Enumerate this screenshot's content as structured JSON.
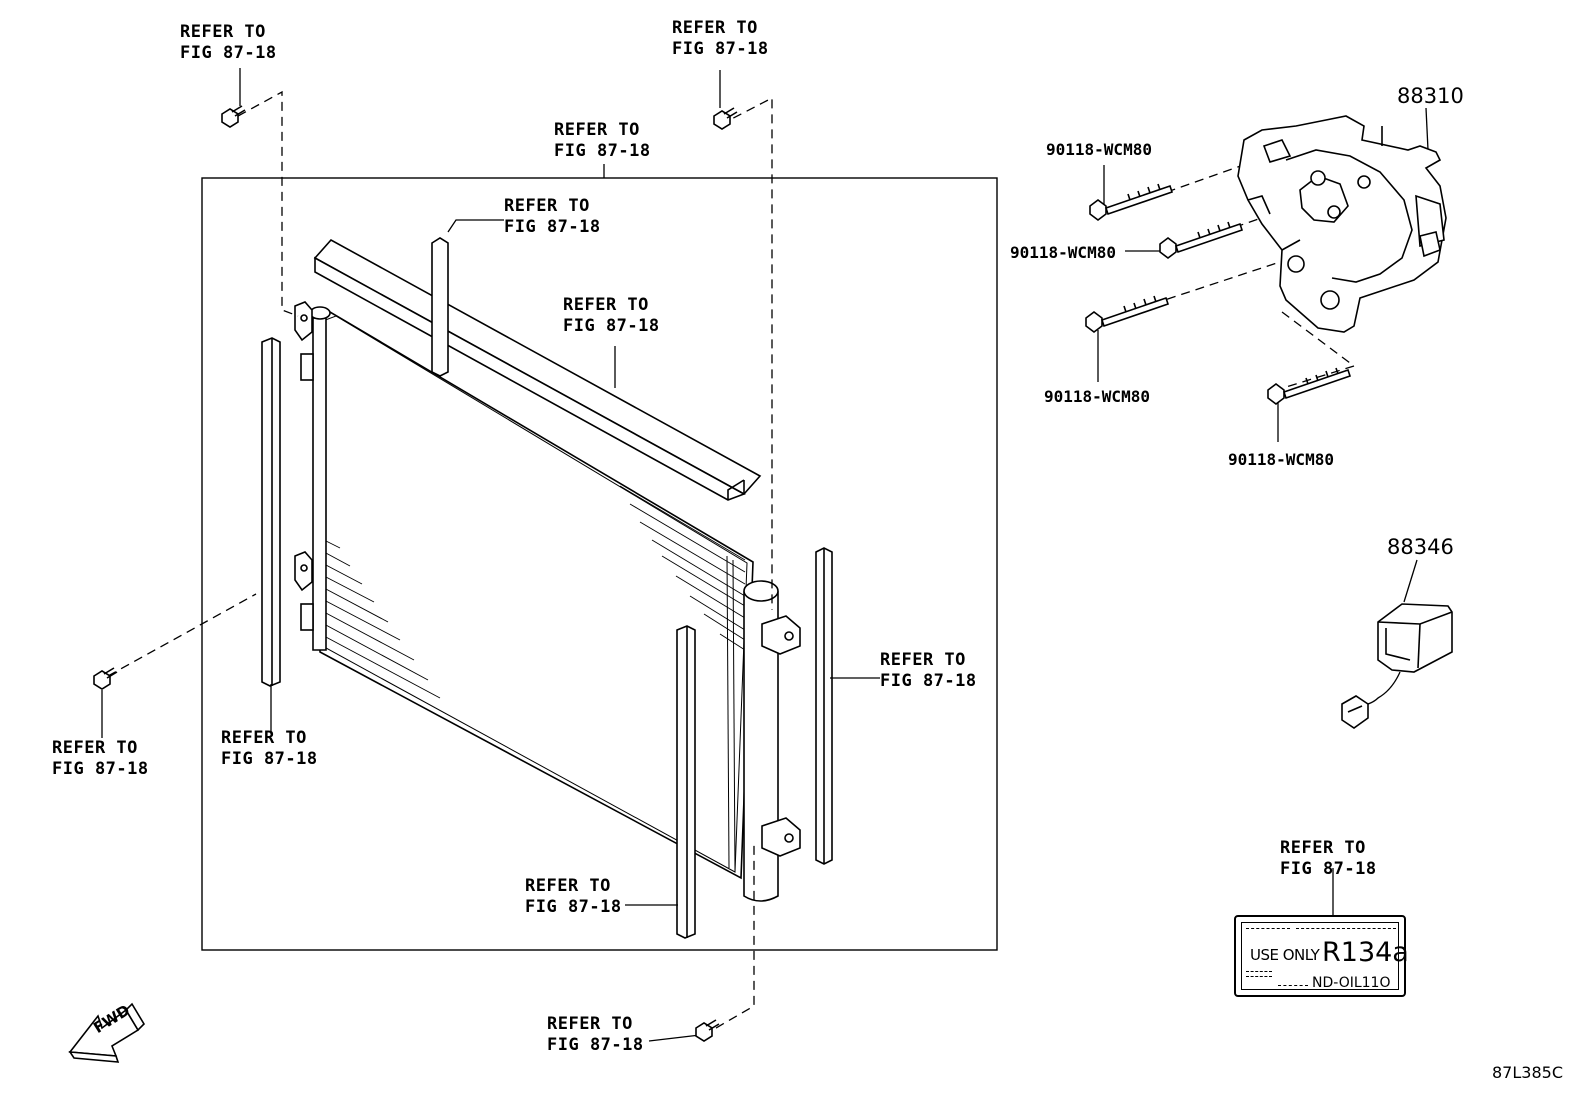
{
  "refer_label": {
    "line1": "REFER TO",
    "line2": "FIG 87-18"
  },
  "parts": {
    "bracket": "88310",
    "sensor": "88346",
    "bolt": "90118-WCM80"
  },
  "caution_label": {
    "use_only": "USE ONLY",
    "refrigerant": "R134a",
    "oil": "ND-OIL11O"
  },
  "fwd_arrow": "FWD",
  "diagram_id": "87L385C",
  "colors": {
    "line": "#000000",
    "background": "#ffffff"
  }
}
